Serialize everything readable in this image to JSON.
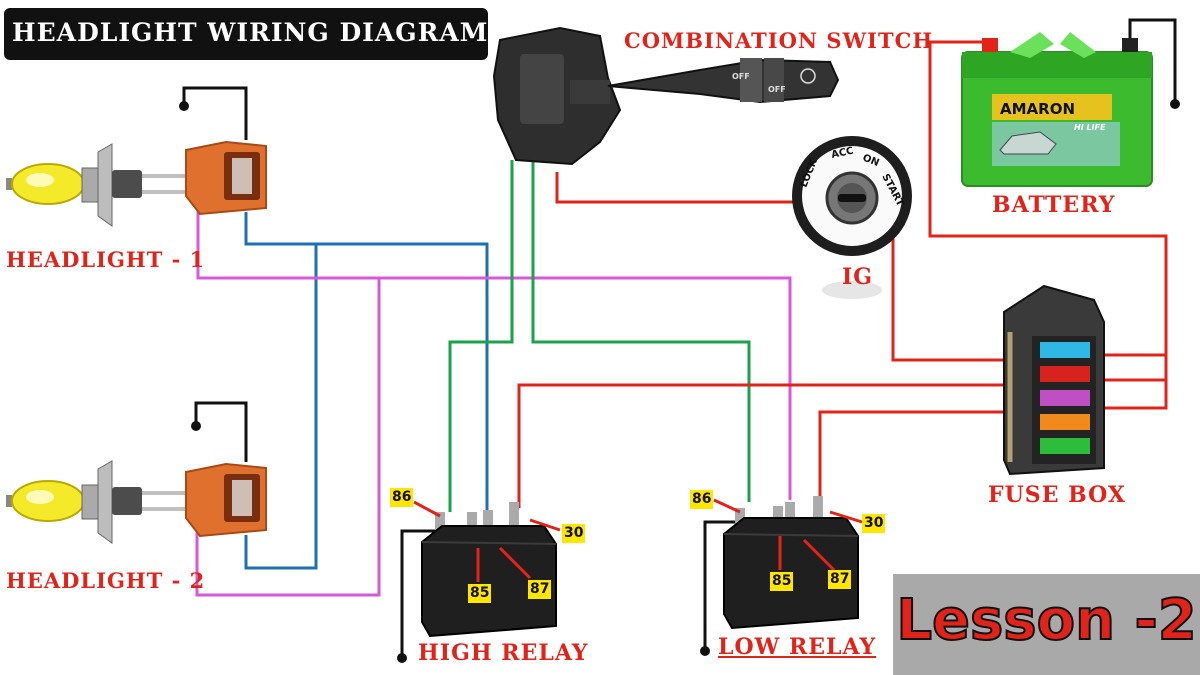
{
  "title": "HEADLIGHT WIRING DIAGRAM",
  "labels": {
    "combination_switch": "COMBINATION SWITCH",
    "battery": "BATTERY",
    "ig": "IG",
    "fuse_box": "FUSE BOX",
    "headlight_1": "HEADLIGHT - 1",
    "headlight_2": "HEADLIGHT - 2",
    "high_relay": "HIGH RELAY",
    "low_relay": "LOW RELAY"
  },
  "battery_brand": {
    "name": "AMARON",
    "tagline": "HI LIFE"
  },
  "ignition_positions": [
    "LOCK",
    "ACC",
    "ON",
    "START"
  ],
  "switch_marks": [
    "OFF",
    "OFF"
  ],
  "relay_pins": {
    "high": {
      "p86": "86",
      "p85": "85",
      "p87": "87",
      "p30": "30"
    },
    "low": {
      "p86": "86",
      "p85": "85",
      "p87": "87",
      "p30": "30"
    }
  },
  "lesson": "Lesson -2",
  "colors": {
    "label_red": "#e2231a",
    "wire_red": "#e2231a",
    "wire_blue": "#1f6fb2",
    "wire_green": "#1aa34a",
    "wire_pink": "#d65ad8",
    "wire_black": "#111111",
    "battery_green": "#3dbb2f",
    "connector_orange": "#e0702e",
    "pin_label_yellow": "#ffe600",
    "lesson_bg": "#a9a9a9"
  }
}
